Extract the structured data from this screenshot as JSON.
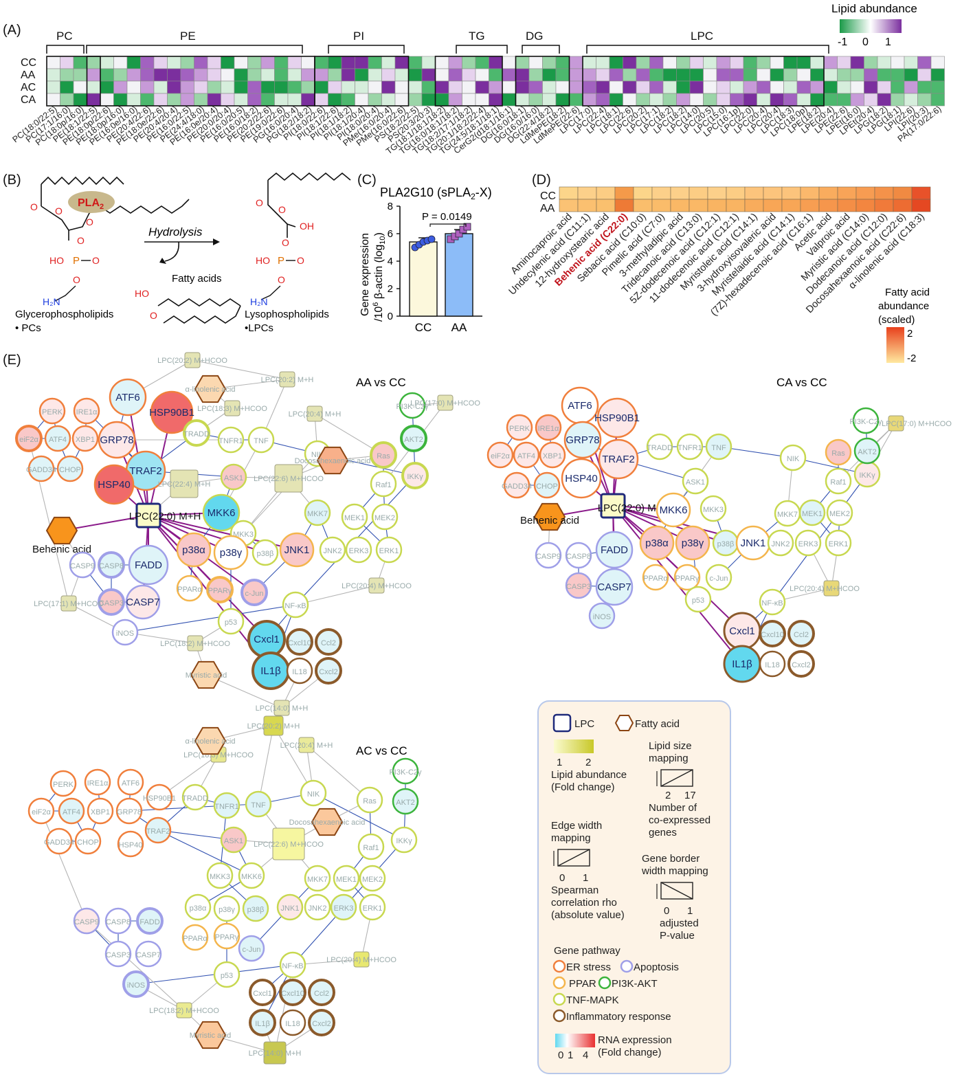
{
  "panelA": {
    "label": "(A)",
    "groups": [
      "PC",
      "PE",
      "PI",
      "TG",
      "DG",
      "LPC"
    ],
    "rows": [
      "CC",
      "AA",
      "AC",
      "CA"
    ],
    "colorbar_title": "Lipid abundance",
    "colorbar_ticks": [
      "-1",
      "0",
      "1"
    ],
    "lipids": [
      "PC(18:0/22:5)",
      "PC(17:1/16:0)",
      "PC(18:0p/16:0)",
      "PE(18:1/22:5)",
      "PE(18:0p/22:6)",
      "PE(18:0p/16:0)",
      "PE(16:0e/16:0)",
      "PE(20:4/22:6)",
      "PE(18:0e/22:6)",
      "PE(20:4/20:4)",
      "PE(16:0/22:5)",
      "PE(24:4/18:0)",
      "PE(16:0e/20:4)",
      "PE(20:0/20:4)",
      "PE(16:0/20:5)",
      "PE(16:0/18:2)",
      "PE(20:2/22:6)",
      "PE(19:0/22:6)",
      "PG(16:0/20:4)",
      "PG(18:2/18:2)",
      "PI(18:0/22:6)",
      "PI(18:1/22:6)",
      "PI(18:1/18:2)",
      "PI(18:1/20:4)",
      "PI(18:0/20:4)",
      "PMe(16:0/20:4)",
      "PMe(16:0/22:6)",
      "PS(18:2/22:5)",
      "PS(20:3/20:3)",
      "TG(18:1/18:1/18:2)",
      "TG(16:0/18:1/18:2)",
      "TG(18:2/17:1/18:2)",
      "TG(20:1/18:2/22:4)",
      "TG(24:5/18:1/18:1)",
      "CerG2(d18:1/16:1)",
      "DG(16:0/18:1)",
      "DG(16:0/16:0)",
      "DG(22:4/18:2)",
      "LdMePE(18:2)",
      "LdMePE(22:6)",
      "LPC(17:0)",
      "LPC(22:4)",
      "LPC(18:1)",
      "LPC(22:6)",
      "LPC(20:2)",
      "LPC(17:1)",
      "LPC(18:2)",
      "LPC(18:2)",
      "LPC(14:0)",
      "LPC(20:5)",
      "LPC(15:0)",
      "LPC(16:1p)",
      "LPC(22:0)",
      "LPC(20:4)",
      "LPC(20:4)",
      "LPC(18:3)",
      "LPC(18:0p)",
      "LPE(18:2)",
      "LPE(20:4)",
      "LPE(22:6)",
      "LPEt(16:0)",
      "LPEt(20:4)",
      "LPG(18:2)",
      "LPG(18:1)",
      "LPI(22:6)",
      "LPI(20:3)",
      "PA(17:0/22:6)"
    ]
  },
  "panelB": {
    "label": "(B)",
    "enzyme": "PLA",
    "enzyme_sub": "2",
    "arrow_label": "Hydrolysis",
    "product": "Fatty acids",
    "left_title": "Glycerophospholipids",
    "left_bullet": "• PCs",
    "right_title": "Lysophospholipids",
    "right_bullet": "•LPCs",
    "atoms": {
      "O": "O",
      "HO": "HO",
      "P": "P",
      "N": "H",
      "OH": "OH"
    }
  },
  "panelC": {
    "label": "(C)",
    "title": "PLA2G10 (sPLA",
    "title_sub": "2",
    "title_end": "-X)",
    "ylabel1": "Gene expression",
    "ylabel2": "/10",
    "ylabel2b": " β-actin (log",
    "ylabel2c": ")",
    "pvalue": "P = 0.0149",
    "yticks": [
      "0",
      "2",
      "4",
      "6",
      "8"
    ],
    "chart_data": {
      "type": "bar",
      "categories": [
        "CC",
        "AA"
      ],
      "values": [
        5.4,
        6.0
      ],
      "ylim": [
        0,
        8
      ],
      "points": {
        "CC": [
          5.0,
          5.2,
          5.4,
          5.5,
          5.6
        ],
        "AA": [
          5.6,
          5.8,
          6.0,
          6.3,
          6.5
        ]
      }
    }
  },
  "panelD": {
    "label": "(D)",
    "rows": [
      "CC",
      "AA"
    ],
    "acids": [
      "Aminocaproic acid",
      "Undecylenic acid (C11:1)",
      "12-hydroxystearic acid",
      "Behenic acid (C22:0)",
      "Sebacic acid (C10:0)",
      "Pimelic acid (C7:0)",
      "3-methyladipic acid",
      "Tridecanoic acid (C13:0)",
      "5Z-dodecenoic acid (C12:1)",
      "11-dodecenoic acid (C12:1)",
      "Myristoleic acid (C14:1)",
      "3-hydroxyisovaleric acid",
      "Myristelaidic acid (C14:1)",
      "(7Z)-hexadecenoic acid (C16:1)",
      "Acetic acid",
      "Valproic acid",
      "Myristic acid (C14:0)",
      "Dodecanoic acid (C12:0)",
      "Docosahexaenoic acid (C22:6)",
      "α-linolenic acid (C18:3)"
    ],
    "highlight": "Behenic acid (C22:0)",
    "colorbar_title": [
      "Fatty acid",
      "abundance",
      "(scaled)"
    ],
    "colorbar_ticks": [
      "2",
      "-2"
    ]
  },
  "panelE": {
    "label": "(E)",
    "titles": [
      "AA vs CC",
      "CA vs CC",
      "AC vs CC"
    ],
    "colors": {
      "er": "#f07f3c",
      "apoptosis": "#9f9fe8",
      "ppar": "#f4b54c",
      "pi3k": "#3cb43c",
      "tnf": "#c8d850",
      "inflam": "#8b5a2b",
      "lpc": "#1f2a7a",
      "fatty": "#8b4513"
    },
    "labels": {
      "PERK": "PERK",
      "IRE1": "IRE1α",
      "ATF6": "ATF6",
      "HSP90B1": "HSP90B1",
      "EIF2A": "eiF2α",
      "ATF4": "ATF4",
      "XBP1": "XBP1",
      "GRP78": "GRP78",
      "TRAF2": "TRAF2",
      "GADD": "GADD34",
      "CHOP": "CHOP",
      "HSP40": "HSP40",
      "LPC22": "LPC(22:0) M+H",
      "BEH": "Behenic acid",
      "FADD": "FADD",
      "CASP8": "CASP8",
      "CASP9": "CASP9",
      "CASP3": "CASP3",
      "CASP7": "CASP7",
      "INOS": "iNOS",
      "MKK6": "MKK6",
      "MKK3": "MKK3",
      "MKK7": "MKK7",
      "P38A": "p38α",
      "P38G": "p38γ",
      "P38B": "p38β",
      "JNK1": "JNK1",
      "JNK2": "JNK2",
      "ERK3": "ERK3",
      "ERK1": "ERK1",
      "MEK1": "MEK1",
      "MEK2": "MEK2",
      "RAF1": "Raf1",
      "RAS": "Ras",
      "IKK": "IKKγ",
      "NIK": "NIK",
      "ASK1": "ASK1",
      "TNF": "TNF",
      "TNFR1": "TNFR1",
      "TRADD": "TRADD",
      "PPARA": "PPARα",
      "PPARG": "PPARγ",
      "CJUN": "c-Jun",
      "NFKB": "NF-κB",
      "P53": "p53",
      "PI3K": "PI3K-C2γ",
      "AKT2": "AKT2",
      "CXCL1": "Cxcl1",
      "CXCL10": "Cxcl10",
      "CCL2": "Ccl2",
      "IL1B": "IL1β",
      "IL18": "IL18",
      "CXCL2": "Cxcl2",
      "LPC202H": "LPC(20:2) M+H",
      "LPC202F": "LPC(20:2) M+HCOO",
      "LPC183": "LPC(18:3) M+HCOO",
      "LPC204H": "LPC(20:4) M+H",
      "LPC170": "LPC(17:0) M+HCOO",
      "LPC224": "LPC(22:4) M+H",
      "LPC226": "LPC(22:6) M+HCOO",
      "LPC171": "LPC(17:1) M+HCOO",
      "LPC182": "LPC(18:2) M+HCOO",
      "LPC204F": "LPC(20:4) M+HCOO",
      "LPC140": "LPC(14:0) M+H",
      "ALA": "α-linolenic acid",
      "DHA": "Docosahexaenoic acid",
      "MYR": "Myristic acid"
    }
  },
  "legend": {
    "lpc": "LPC",
    "fatty": "Fatty acid",
    "abund_ticks": [
      "1",
      "2"
    ],
    "abund_title": [
      "Lipid abundance",
      "(Fold change)"
    ],
    "size_title": [
      "Lipid size",
      "mapping"
    ],
    "size_ticks": [
      "2",
      "17"
    ],
    "size_desc": [
      "Number of",
      "co-expressed",
      "genes"
    ],
    "edge_title": [
      "Edge width",
      "mapping"
    ],
    "edge_ticks": [
      "0",
      "1"
    ],
    "edge_desc": [
      "Spearman",
      "correlation rho",
      "(absolute value)"
    ],
    "border_title": [
      "Gene border",
      "width mapping"
    ],
    "border_ticks": [
      "0",
      "1"
    ],
    "border_desc": [
      "adjusted",
      "P-value"
    ],
    "pathway_title": "Gene pathway",
    "pathways": [
      "ER stress",
      "Apoptosis",
      "PPAR",
      "PI3K-AKT",
      "TNF-MAPK",
      "Inflammatory response"
    ],
    "rna_title": [
      "RNA expression",
      "(Fold change)"
    ],
    "rna_ticks": [
      "0",
      "1",
      "4"
    ]
  }
}
